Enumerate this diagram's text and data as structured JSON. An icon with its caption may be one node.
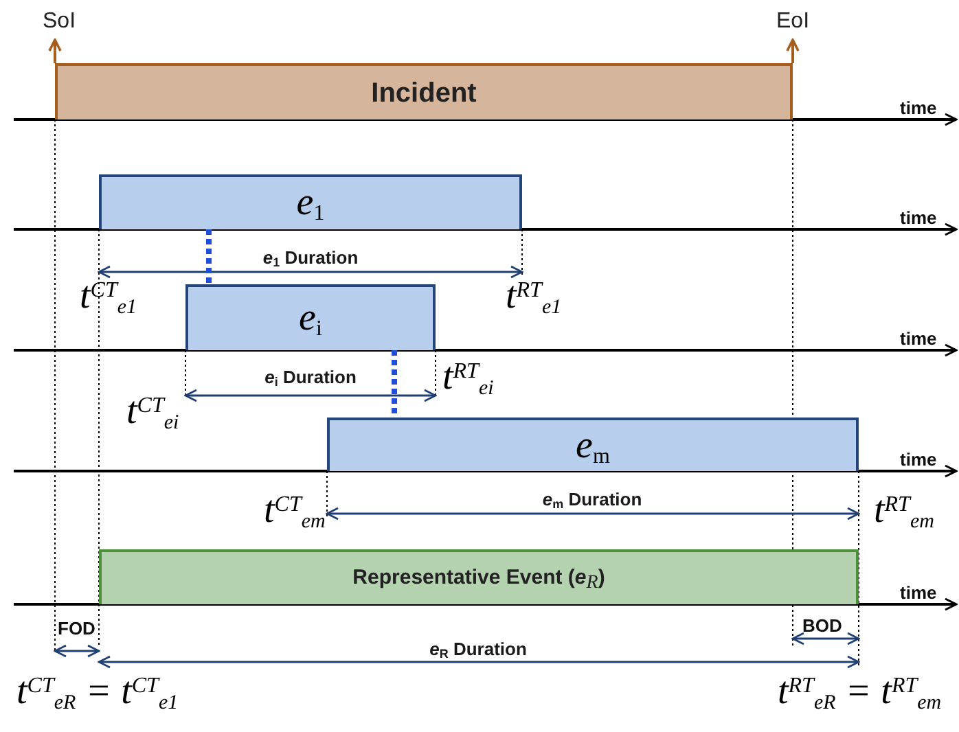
{
  "diagram": {
    "nodes": [
      {
        "text": [
          "Incident"
        ]
      },
      {
        "text": [
          "e$_{1}$"
        ]
      },
      {
        "text": [
          "e$_{i}$"
        ]
      },
      {
        "text": [
          "e$_{m}$"
        ]
      },
      {
        "text": [
          "Representative Event (*e*$_{R}$)"
        ]
      }
    ],
    "edges": [
      {
        "from": 1,
        "to": 2,
        "arrow": "none",
        "style": "dashed",
        "color": "#1f4fd8"
      },
      {
        "from": 2,
        "to": 3,
        "arrow": "none",
        "style": "dashed",
        "color": "#1f4fd8"
      }
    ],
    "labels": [
      "SoI",
      "EoI",
      "time",
      "time",
      "*e*$_{1}$ Duration",
      "t$^{CT}$$_{e1}$",
      "t$^{RT}$$_{e1}$",
      "time",
      "*e*$_{i}$ Duration",
      "t$^{CT}$$_{ei}$",
      "t$^{RT}$$_{ei}$",
      "time",
      "t$^{CT}$$_{em}$",
      "*e*$_{m}$ Duration",
      "t$^{RT}$$_{em}$",
      "time",
      "FOD",
      "BOD",
      "*e*$_{R}$ Duration",
      "t$^{CT}$$_{eR}$ = t$^{CT}$$_{e1}$",
      "t$^{RT}$$_{eR}$ = t$^{RT}$$_{em}$"
    ]
  }
}
